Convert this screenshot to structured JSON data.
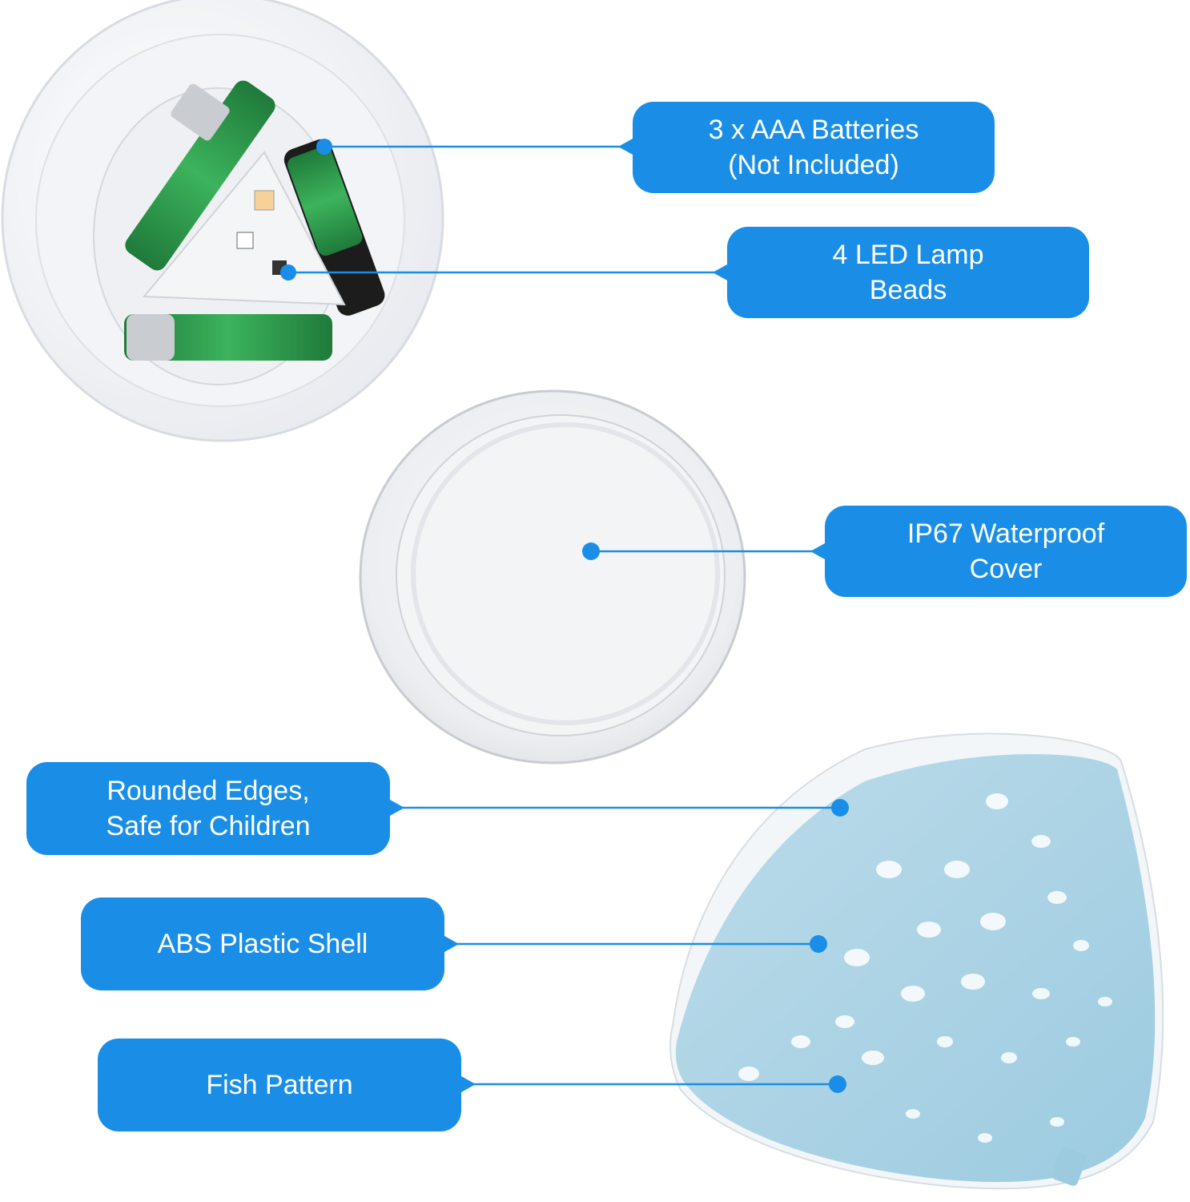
{
  "colors": {
    "callout_bg": "#1a8ee6",
    "callout_text": "#ffffff",
    "shell": "#a9d2e4",
    "battery": "#2f9a4a"
  },
  "callouts": {
    "batteries": {
      "line1": "3 x AAA Batteries",
      "line2": "(Not Included)"
    },
    "led": {
      "line1": "4 LED Lamp",
      "line2": "Beads"
    },
    "waterproof": {
      "line1": "IP67 Waterproof",
      "line2": "Cover"
    },
    "edges": {
      "line1": "Rounded Edges,",
      "line2": "Safe for Children"
    },
    "shell": {
      "line1": "ABS Plastic Shell"
    },
    "pattern": {
      "line1": "Fish Pattern"
    }
  },
  "icons": [
    "battery-compartment-illustration",
    "transparent-cover-illustration",
    "fish-shell-illustration"
  ]
}
